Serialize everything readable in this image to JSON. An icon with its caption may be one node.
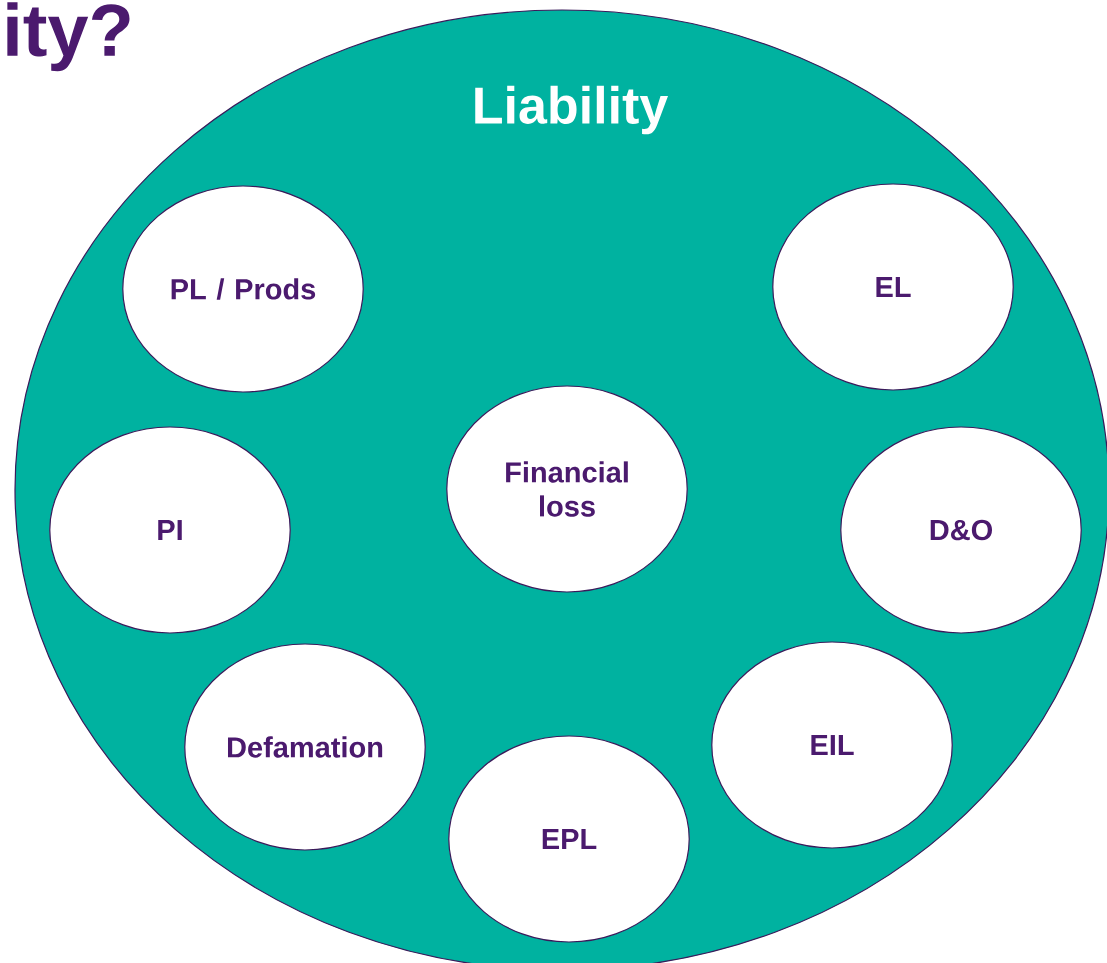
{
  "diagram": {
    "title": "ity?",
    "nodes": [
      {
        "text": [
          "Liability"
        ]
      },
      {
        "text": [
          "PL / Prods"
        ],
        "in": 0
      },
      {
        "text": [
          "EL"
        ],
        "in": 0
      },
      {
        "text": [
          "Financial loss"
        ],
        "in": 0
      },
      {
        "text": [
          "PI"
        ],
        "in": 0
      },
      {
        "text": [
          "D&O"
        ],
        "in": 0
      },
      {
        "text": [
          "Defamation"
        ],
        "in": 0
      },
      {
        "text": [
          "EIL"
        ],
        "in": 0
      },
      {
        "text": [
          "EPL"
        ],
        "in": 0
      }
    ]
  }
}
